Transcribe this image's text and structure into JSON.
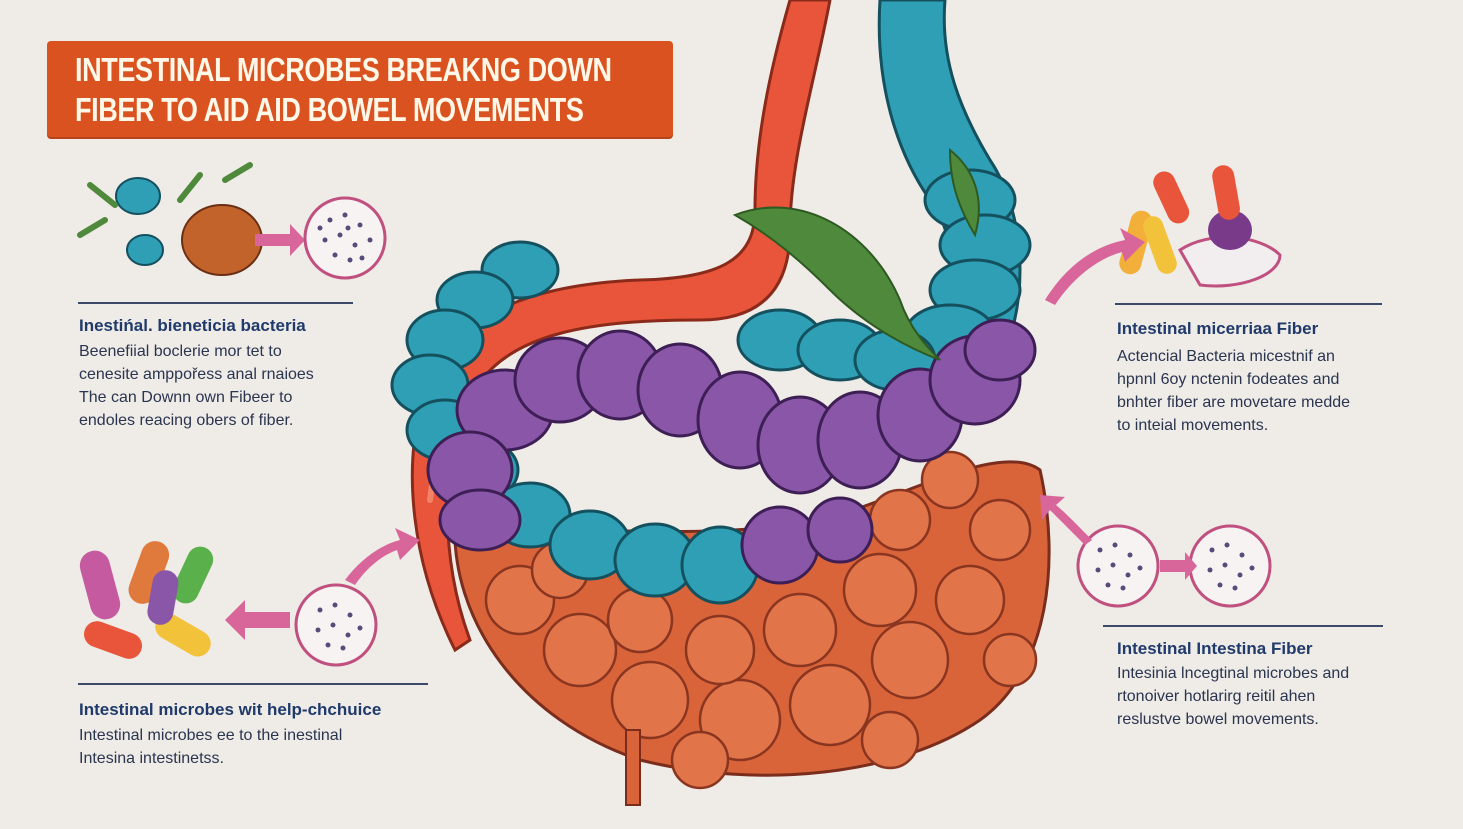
{
  "title": {
    "line1": "INTESTINAL MICROBES BREAKNG DOWN",
    "line2": "FIBER TO AID AID BOWEL MOVEMENTS"
  },
  "left_top": {
    "heading": "Inеstińal. bieneticia bacteria",
    "lines": [
      "Beenefiial boclerie mor tet to",
      "cenesite amppořess anal rnaioes",
      "The can Downn own Fibеer to",
      "endoles reacing obers of fiber."
    ]
  },
  "left_bottom": {
    "heading": "Intestinal  microbes wit help-chchuice",
    "lines": [
      "Intestinal microbes ee to the inestinal",
      "Intesina intestinetss."
    ]
  },
  "right_top": {
    "heading": "Intestinal  micerriaa Fiber",
    "lines": [
      "Actencial Bacteria micestnif an",
      "hpnnl 6oy nctenin fodeates and",
      "bnhter fiber are movetare medde",
      "to inteial movements."
    ]
  },
  "right_bottom": {
    "heading": "Intestinal Intestina Fiber",
    "lines": [
      "Intesinia lncegtinal microbes and",
      "rtonoiver hotlarirg reitil ahen",
      "reslustve bowel movements."
    ]
  },
  "colors": {
    "banner": "#d9521f",
    "esophagus": "#e8553a",
    "small_intestine_blue": "#2e9fb5",
    "colon_purple": "#8a56a8",
    "lower_tissue": "#d9643a",
    "arrow_pink": "#d9669a",
    "leaf_green": "#4f8a3c",
    "text_navy": "#1f3a6b"
  }
}
